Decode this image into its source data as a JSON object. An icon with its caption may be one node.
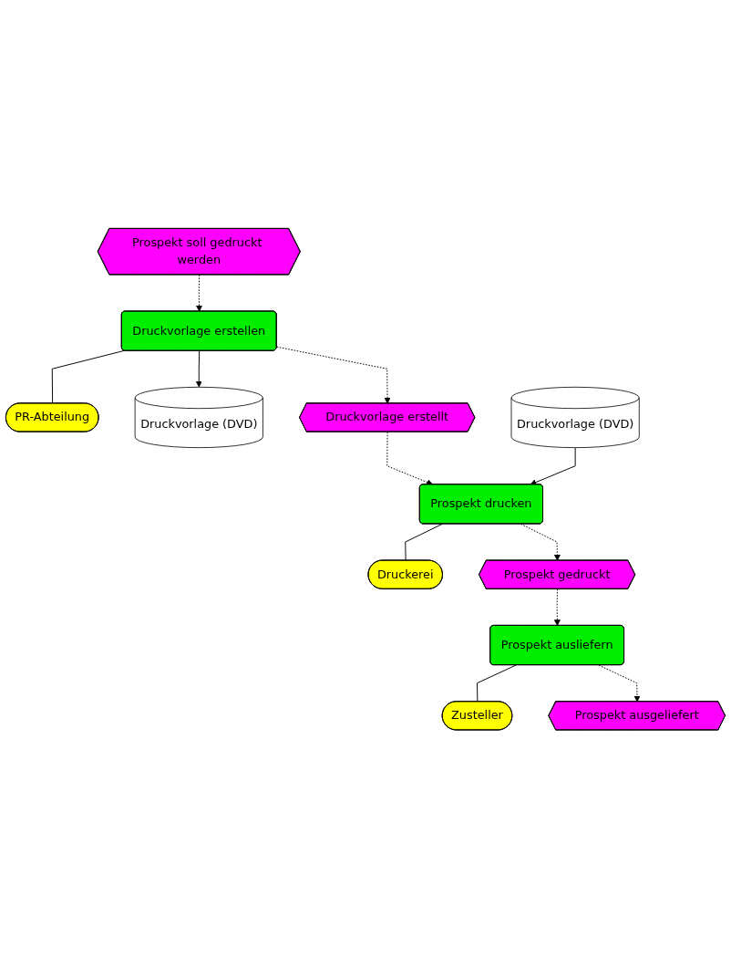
{
  "diagram": {
    "nodes": [
      {
        "text": [
          "Prospekt soll gedruckt werden"
        ]
      },
      {
        "text": [
          "Druckvorlage erstellen"
        ]
      },
      {
        "text": [
          "PR-Abteilung"
        ]
      },
      {
        "text": [
          "Druckvorlage (DVD)"
        ]
      },
      {
        "text": [
          "Druckvorlage erstellt"
        ]
      },
      {
        "text": [
          "Druckvorlage (DVD)"
        ]
      },
      {
        "text": [
          "Prospekt drucken"
        ]
      },
      {
        "text": [
          "Druckerei"
        ]
      },
      {
        "text": [
          "Prospekt gedruckt"
        ]
      },
      {
        "text": [
          "Prospekt ausliefern"
        ]
      },
      {
        "text": [
          "Zusteller"
        ]
      },
      {
        "text": [
          "Prospekt ausgeliefert"
        ]
      }
    ],
    "edges": [
      {
        "from": 0,
        "to": 1,
        "arrow": "to",
        "style": "dashed"
      },
      {
        "from": 1,
        "to": 2,
        "arrow": "none"
      },
      {
        "from": 1,
        "to": 3,
        "arrow": "to"
      },
      {
        "from": 1,
        "to": 4,
        "arrow": "to",
        "style": "dashed"
      },
      {
        "from": 4,
        "to": 6,
        "arrow": "to",
        "style": "dashed"
      },
      {
        "from": 5,
        "to": 6,
        "arrow": "to"
      },
      {
        "from": 6,
        "to": 7,
        "arrow": "none"
      },
      {
        "from": 6,
        "to": 8,
        "arrow": "to",
        "style": "dashed"
      },
      {
        "from": 8,
        "to": 9,
        "arrow": "to",
        "style": "dashed"
      },
      {
        "from": 9,
        "to": 10,
        "arrow": "none"
      },
      {
        "from": 9,
        "to": 11,
        "arrow": "to",
        "style": "dashed"
      }
    ]
  }
}
